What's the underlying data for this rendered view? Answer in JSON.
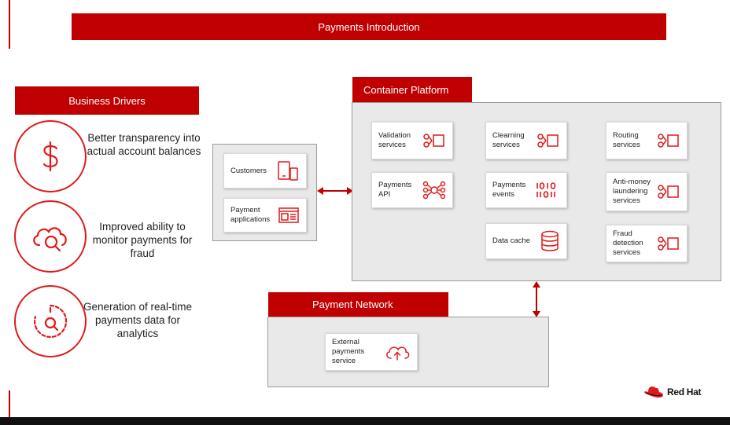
{
  "header": {
    "title": "Payments Introduction"
  },
  "business_drivers": {
    "title": "Business Drivers",
    "items": [
      {
        "icon": "dollar-icon",
        "text": "Better transparency into actual account balances"
      },
      {
        "icon": "cloud-search-icon",
        "text": "Improved ability to monitor payments for fraud"
      },
      {
        "icon": "clock-search-icon",
        "text": "Generation of real-time payments data for analytics"
      }
    ]
  },
  "channels": {
    "customers": "Customers",
    "payment_applications": "Payment applications"
  },
  "container_platform": {
    "title": "Container Platform",
    "services": {
      "validation": "Validation services",
      "payments_api": "Payments API",
      "clearning": "Clearning services",
      "payments_events": "Payments events",
      "data_cache": "Data cache",
      "routing": "Routing services",
      "aml": "Anti-money laundering services",
      "fraud": "Fraud detection services"
    }
  },
  "payment_network": {
    "title": "Payment Network",
    "external": "External payments service"
  },
  "logo": {
    "text": "Red Hat"
  },
  "colors": {
    "accent": "#c00000",
    "icon": "#e01919",
    "panel": "#e9e9e9"
  }
}
